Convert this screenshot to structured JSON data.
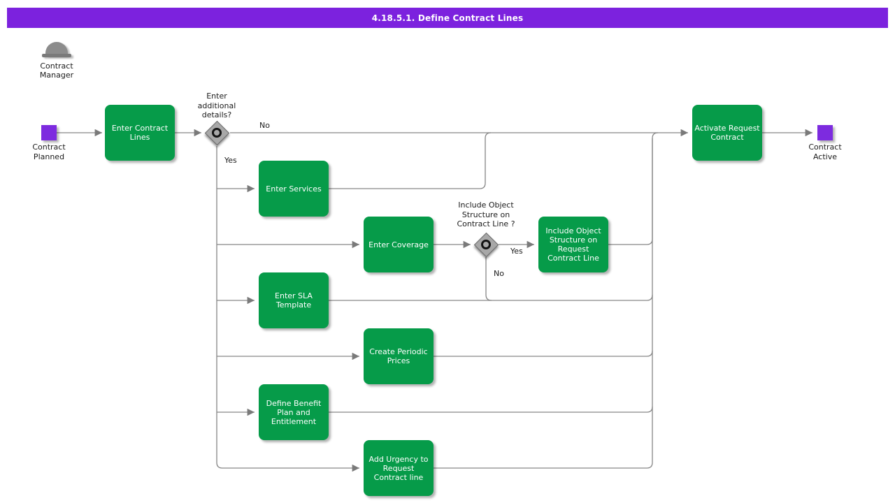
{
  "title": "4.18.5.1. Define Contract Lines",
  "colors": {
    "title_bar_purple": "#7c22de",
    "event_purple": "#7d2bdf",
    "task_green": "#069b49",
    "connector_gray": "#868686",
    "gateway_gray": "#a8a8a8"
  },
  "actor": {
    "icon": "bowler-hat-icon",
    "label": "Contract\nManager"
  },
  "nodes": {
    "start": {
      "label": "Contract\nPlanned"
    },
    "end": {
      "label": "Contract\nActive"
    },
    "tasks": [
      {
        "id": "enter-contract-lines",
        "label": "Enter Contract\nLines"
      },
      {
        "id": "enter-services",
        "label": "Enter Services"
      },
      {
        "id": "enter-coverage",
        "label": "Enter Coverage"
      },
      {
        "id": "enter-sla-template",
        "label": "Enter SLA\nTemplate"
      },
      {
        "id": "create-periodic-prices",
        "label": "Create Periodic\nPrices"
      },
      {
        "id": "define-benefit-plan",
        "label": "Define Benefit\nPlan and\nEntitlement"
      },
      {
        "id": "add-urgency",
        "label": "Add Urgency to\nRequest\nContract line"
      },
      {
        "id": "include-object-structure-request",
        "label": "Include Object\nStructure on\nRequest\nContract Line"
      },
      {
        "id": "activate-request-contract",
        "label": "Activate Request\nContract"
      }
    ],
    "gateways": [
      {
        "id": "enter-additional-details",
        "label": "Enter\nadditional\ndetails?"
      },
      {
        "id": "include-object-structure",
        "label": "Include Object\nStructure on\nContract Line ?"
      }
    ]
  },
  "edge_labels": {
    "gateway1_no": "No",
    "gateway1_yes": "Yes",
    "gateway2_yes": "Yes",
    "gateway2_no": "No"
  }
}
